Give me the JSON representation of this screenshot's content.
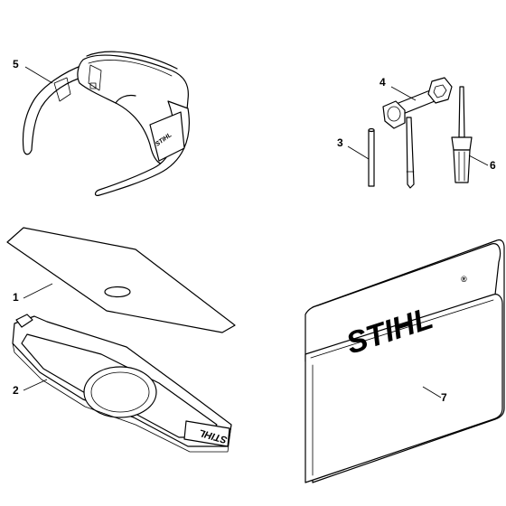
{
  "callouts": [
    {
      "id": "glasses",
      "label": "5"
    },
    {
      "id": "wrench",
      "label": "4"
    },
    {
      "id": "pin",
      "label": "3"
    },
    {
      "id": "screwdriver",
      "label": "6"
    },
    {
      "id": "blade",
      "label": "1"
    },
    {
      "id": "blade-guard",
      "label": "2"
    },
    {
      "id": "pouch",
      "label": "7"
    }
  ],
  "branding": {
    "pouch_logo": "STIHL",
    "registered_mark": "®",
    "guard_logo": "STIHL",
    "glasses_logo": "STIHL"
  }
}
